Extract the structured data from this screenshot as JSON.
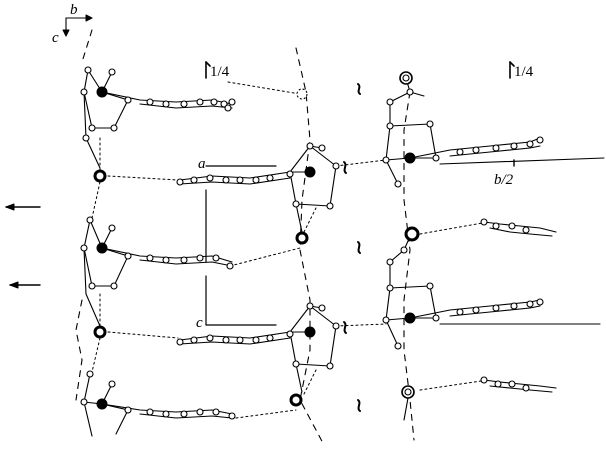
{
  "figure": {
    "axis_labels": {
      "horizontal": "b",
      "vertical": "c"
    },
    "height_labels": [
      "1/4",
      "1/4"
    ],
    "cell_labels": {
      "a": "a",
      "c": "c",
      "b_half": "b/2"
    }
  }
}
